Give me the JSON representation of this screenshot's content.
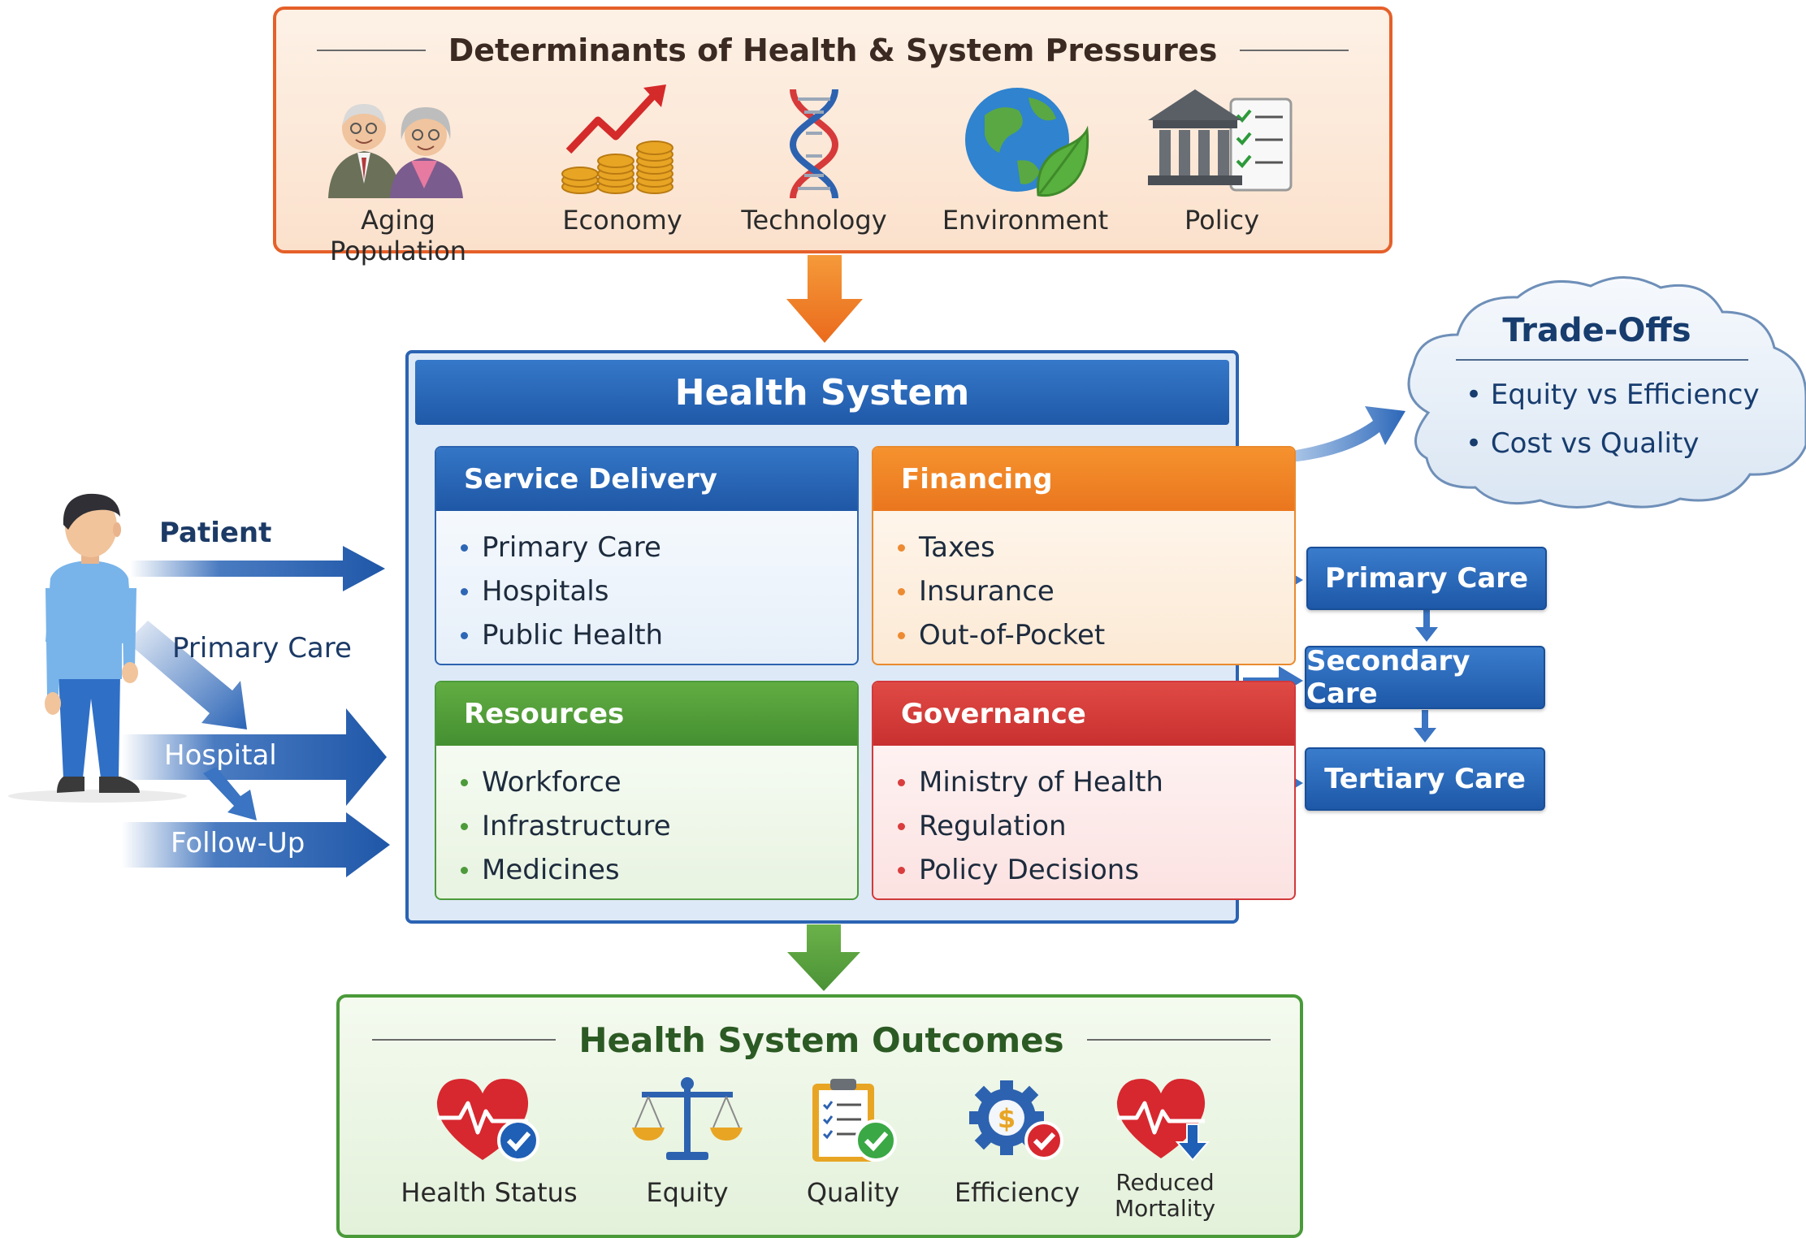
{
  "determinants": {
    "title": "Determinants of Health & System Pressures",
    "items": [
      {
        "label": "Aging Population",
        "icon": "elderly-couple-icon"
      },
      {
        "label": "Economy",
        "icon": "rising-coins-icon"
      },
      {
        "label": "Technology",
        "icon": "dna-icon"
      },
      {
        "label": "Environment",
        "icon": "globe-leaf-icon"
      },
      {
        "label": "Policy",
        "icon": "government-checklist-icon"
      }
    ]
  },
  "health_system": {
    "title": "Health System",
    "components": {
      "service_delivery": {
        "title": "Service Delivery",
        "items": [
          "Primary Care",
          "Hospitals",
          "Public Health"
        ]
      },
      "financing": {
        "title": "Financing",
        "items": [
          "Taxes",
          "Insurance",
          "Out-of-Pocket"
        ]
      },
      "resources": {
        "title": "Resources",
        "items": [
          "Workforce",
          "Infrastructure",
          "Medicines"
        ]
      },
      "governance": {
        "title": "Governance",
        "items": [
          "Ministry of Health",
          "Regulation",
          "Policy Decisions"
        ]
      }
    }
  },
  "tradeoffs": {
    "title": "Trade-Offs",
    "items": [
      "• Equity vs Efficiency",
      "• Cost vs Quality"
    ]
  },
  "care_levels": [
    "Primary Care",
    "Secondary Care",
    "Tertiary Care"
  ],
  "patient_flow": {
    "patient": "Patient",
    "primary_care": "Primary Care",
    "hospital": "Hospital",
    "follow_up": "Follow-Up"
  },
  "outcomes": {
    "title": "Health System Outcomes",
    "items": [
      {
        "label": "Health Status",
        "icon": "heart-check-icon"
      },
      {
        "label": "Equity",
        "icon": "scales-icon"
      },
      {
        "label": "Quality",
        "icon": "clipboard-check-icon"
      },
      {
        "label": "Efficiency",
        "icon": "gear-dollar-icon"
      },
      {
        "label": "Reduced Mortality",
        "icon": "heart-down-arrow-icon"
      }
    ]
  },
  "colors": {
    "determinants_border": "#e5602a",
    "health_system_blue": "#2b63b3",
    "financing_orange": "#f5922e",
    "resources_green": "#4b9a3a",
    "governance_red": "#d2393b",
    "outcomes_green": "#4a9a3a"
  }
}
